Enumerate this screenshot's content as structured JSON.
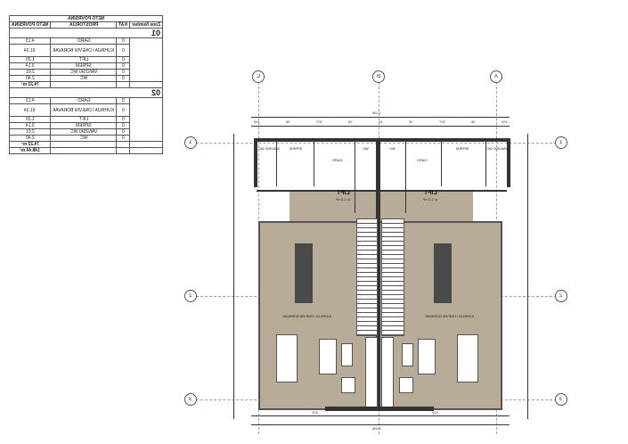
{
  "table": {
    "title": "NETO POVRŠINA",
    "headers": [
      "NETO POVRŠINA",
      "PROSTORIJA",
      "KAT",
      "Zone Number"
    ],
    "zones": [
      {
        "zone": "01",
        "rows": [
          {
            "room": "GARD",
            "floor": "0",
            "area": "4.13"
          },
          {
            "room": "KUHINJA I DNEVNI BORAVAK",
            "floor": "0",
            "area": "61.34"
          },
          {
            "room": "LIFT",
            "floor": "0",
            "area": "1.20"
          },
          {
            "room": "SPREM",
            "floor": "0",
            "area": "3.14"
          },
          {
            "room": "VANJSKI WC",
            "floor": "0",
            "area": "2.01"
          },
          {
            "room": "WC",
            "floor": "0",
            "area": "2.40"
          }
        ],
        "total": "74.22 m²"
      },
      {
        "zone": "02",
        "rows": [
          {
            "room": "GARD",
            "floor": "0",
            "area": "4.13"
          },
          {
            "room": "KUHINJA I DNEVNI BORAVAK",
            "floor": "0",
            "area": "61.34"
          },
          {
            "room": "LIFT",
            "floor": "0",
            "area": "1.20"
          },
          {
            "room": "SPREM",
            "floor": "0",
            "area": "3.14"
          },
          {
            "room": "VANJSKI WC",
            "floor": "0",
            "area": "2.01"
          },
          {
            "room": "WC",
            "floor": "0",
            "area": "2.40"
          }
        ],
        "total": "74.22 m²"
      }
    ],
    "grand_total": "148.44 m²"
  },
  "plan": {
    "axes_cols": [
      "C",
      "B",
      "A"
    ],
    "axes_rows": [
      "1",
      "2",
      "3"
    ],
    "rooms": {
      "lift": "LIFT",
      "sprem": "SPREM",
      "gard": "GARD",
      "vwc": "VANJSKI WC",
      "wc": "WC",
      "kitchen": "KUHINJA I DNEVNI BORAVAK",
      "lift_area": "A: 1.2 m²"
    },
    "dims": {
      "top_total": "1.296",
      "bottom_total": "1.296",
      "bottom_left": "622",
      "bottom_right": "622",
      "top": [
        "193",
        "36",
        "307",
        "25",
        "91",
        "25",
        "307",
        "36",
        "193"
      ]
    },
    "colors": {
      "floor": "#b8ab98",
      "wall": "#333333",
      "island": "#4a4a4a"
    }
  }
}
